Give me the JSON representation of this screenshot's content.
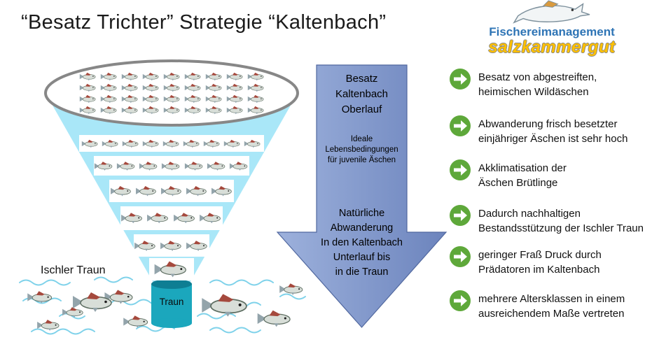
{
  "title": "“Besatz Trichter” Strategie “Kaltenbach”",
  "logo": {
    "line1": "Fischereimanagement",
    "line2": "salzkammergut"
  },
  "funnel": {
    "top_fish_count": 36,
    "rows": [
      9,
      7,
      5,
      4,
      3,
      1
    ],
    "cylinder_label": "Traun",
    "river_label": "Ischler Traun",
    "river_fish_count": 9,
    "colors": {
      "funnel_fill": "#a9e7f8",
      "cylinder": "#1ba7bd",
      "cylinder_top": "#0e7e93",
      "ellipse_stroke": "#878787",
      "water": "#7fd2ea"
    }
  },
  "arrow": {
    "text_top": "Besatz\nKaltenbach\nOberlauf",
    "text_mid": "Ideale\nLebensbedingungen\nfür juvenile Äschen",
    "text_bottom": "Natürliche\nAbwanderung\nIn den Kaltenbach\nUnterlauf bis\nin die Traun",
    "colors": {
      "light": "#9db1dc",
      "dark": "#6c84bd",
      "edge": "#51689f"
    }
  },
  "bullet_color": "#5ea83a",
  "bullets": [
    "Besatz von abgestreiften,\nheimischen Wildäschen",
    "Abwanderung frisch besetzter\neinjähriger Äschen ist sehr hoch",
    "Akklimatisation der\nÄschen Brütlinge",
    "Dadurch nachhaltigen\nBestandsstützung der Ischler Traun",
    "geringer Fraß Druck durch\nPrädatoren im Kaltenbach",
    "mehrere Altersklassen in einem\nausreichendem Maße vertreten"
  ]
}
